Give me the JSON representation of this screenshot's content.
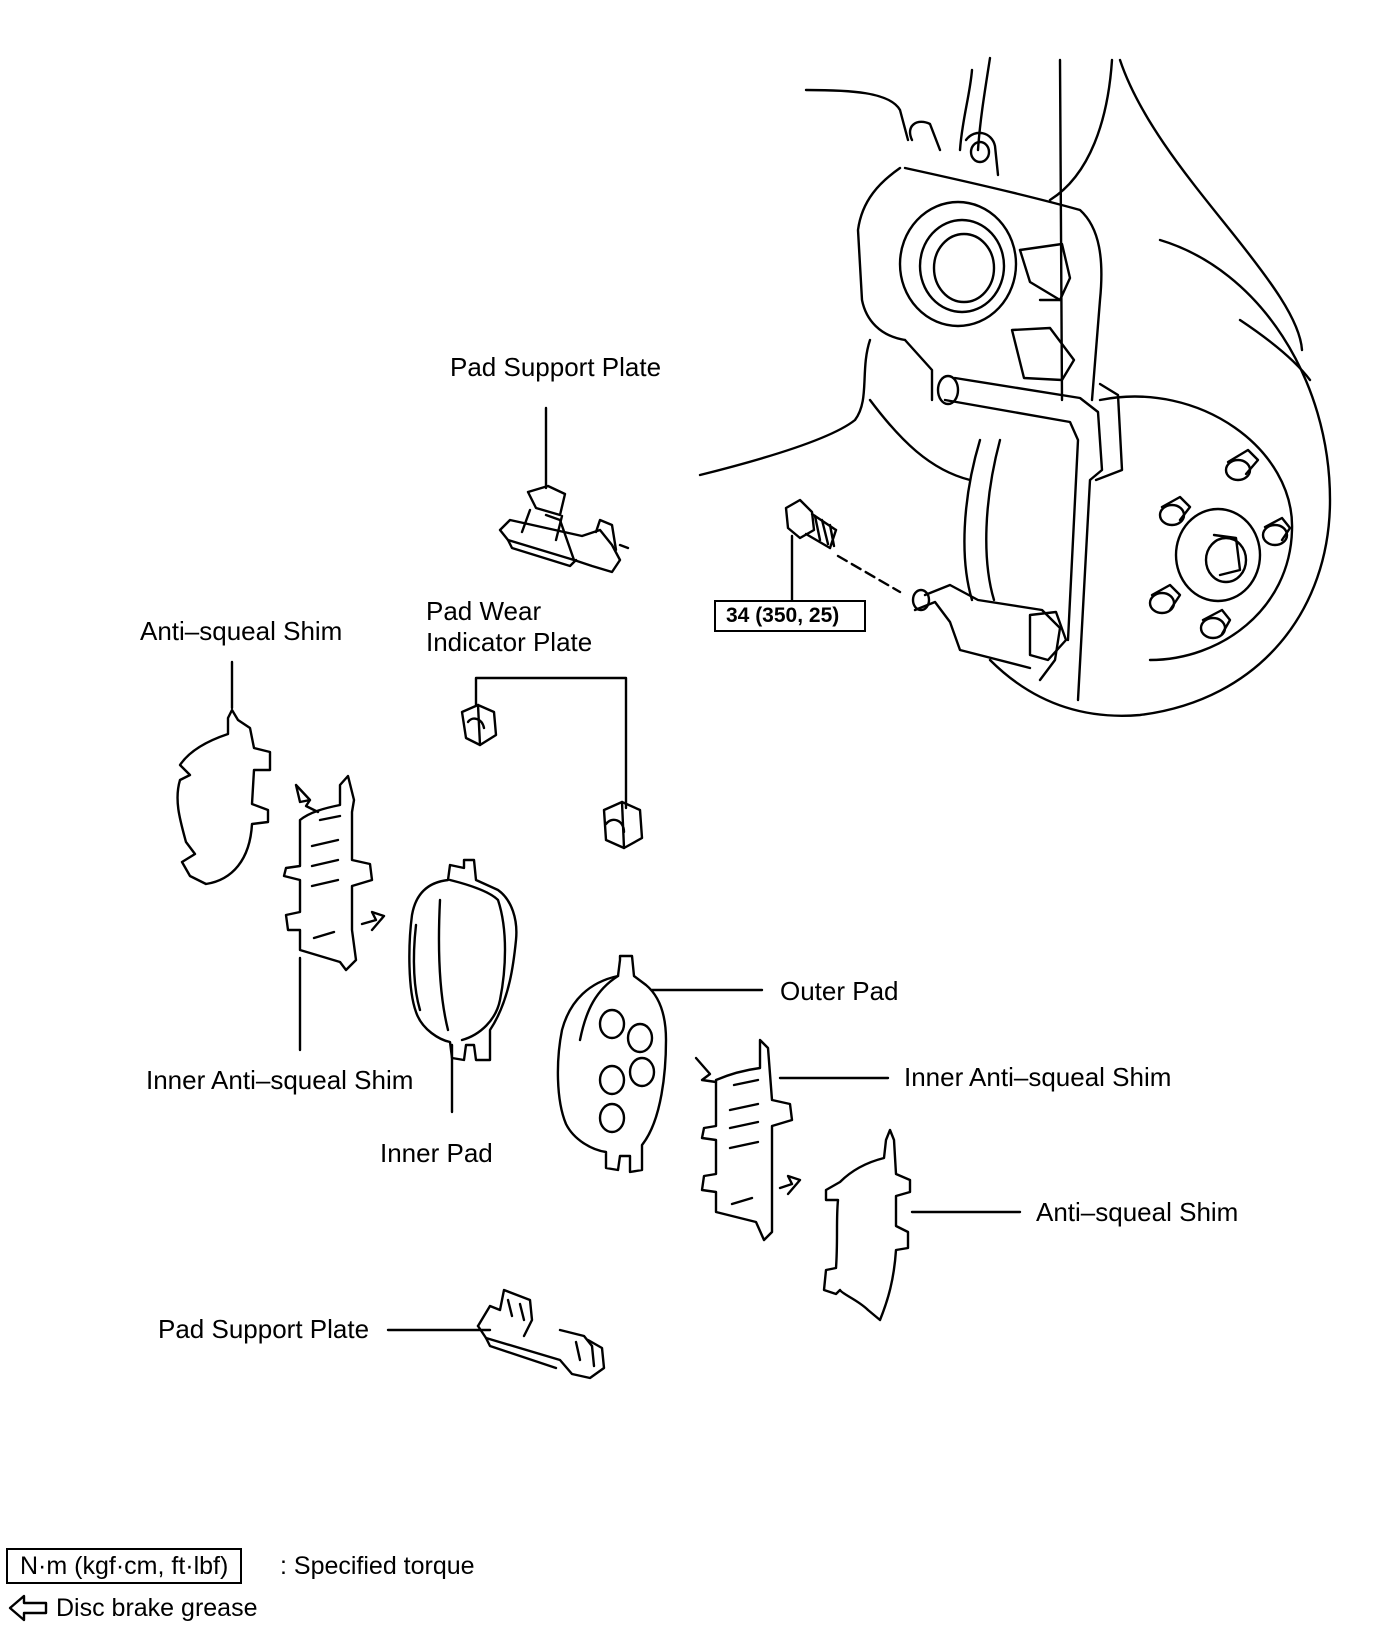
{
  "labels": {
    "pad_support_plate_top": "Pad Support Plate",
    "pad_wear_indicator_line1": "Pad Wear",
    "pad_wear_indicator_line2": "Indicator Plate",
    "anti_squeal_shim_left": "Anti–squeal Shim",
    "inner_anti_squeal_shim_left": "Inner Anti–squeal Shim",
    "inner_pad": "Inner Pad",
    "outer_pad": "Outer Pad",
    "inner_anti_squeal_shim_right": "Inner Anti–squeal Shim",
    "anti_squeal_shim_right": "Anti–squeal Shim",
    "pad_support_plate_bottom": "Pad Support Plate"
  },
  "torque": {
    "value": "34 (350, 25)"
  },
  "legend": {
    "torque_unit": "N·m (kgf·cm, ft·lbf)",
    "torque_desc": ": Specified torque",
    "grease_desc": "Disc brake grease"
  },
  "icons": {
    "grease_arrow": "hollow-arrow-left-icon"
  }
}
